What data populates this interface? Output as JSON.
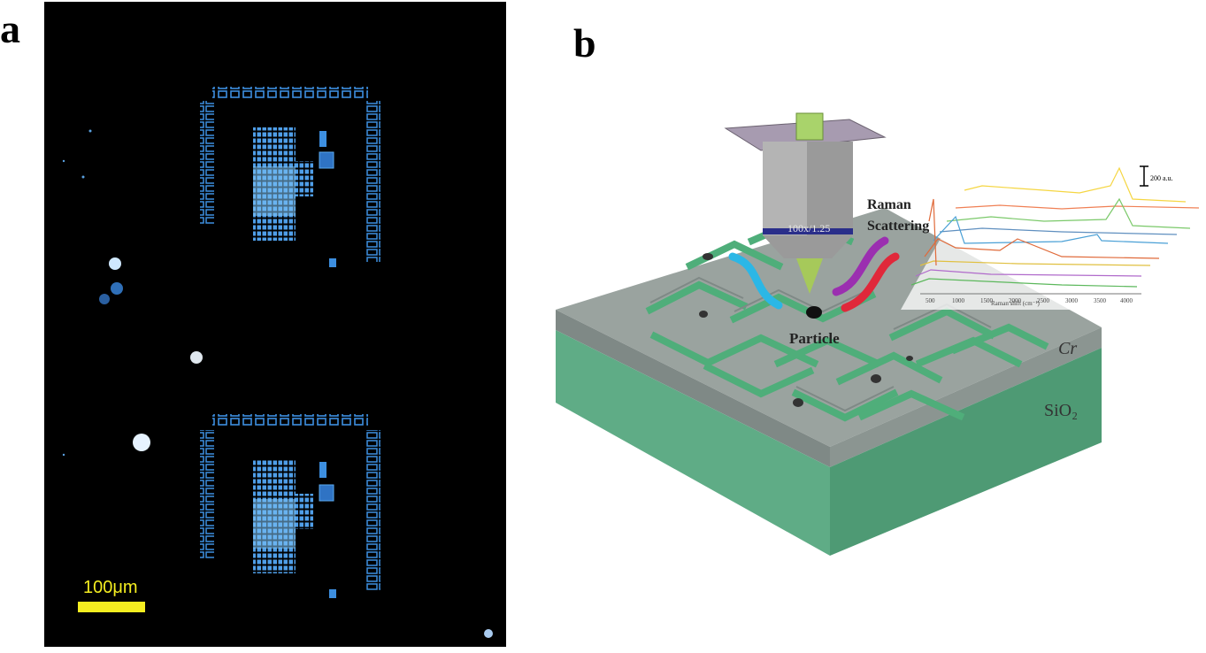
{
  "panels": {
    "a": {
      "letter": "a",
      "scale_bar_label": "100μm",
      "colors": {
        "background": "#000000",
        "scale_bar": "#f5ee20",
        "structure": "#3d8fe0"
      }
    },
    "b": {
      "letter": "b",
      "objective_label": "100x/1.25",
      "raman_line1": "Raman",
      "raman_line2": "Scattering",
      "particle_label": "Particle",
      "layer_top_label": "Cr",
      "layer_bottom_label": "SiO₂",
      "spectra_scale_label": "200 a.u.",
      "spectra_axis_label": "Raman shift (cm⁻¹)",
      "spectra_ticks": [
        "500",
        "1000",
        "1500",
        "2000",
        "2500",
        "3000",
        "3500",
        "4000"
      ],
      "colors": {
        "cr_top": "#9aa39f",
        "cr_side": "#7f8986",
        "sio2": "#5fac86",
        "channel": "#4fae7a"
      }
    }
  }
}
